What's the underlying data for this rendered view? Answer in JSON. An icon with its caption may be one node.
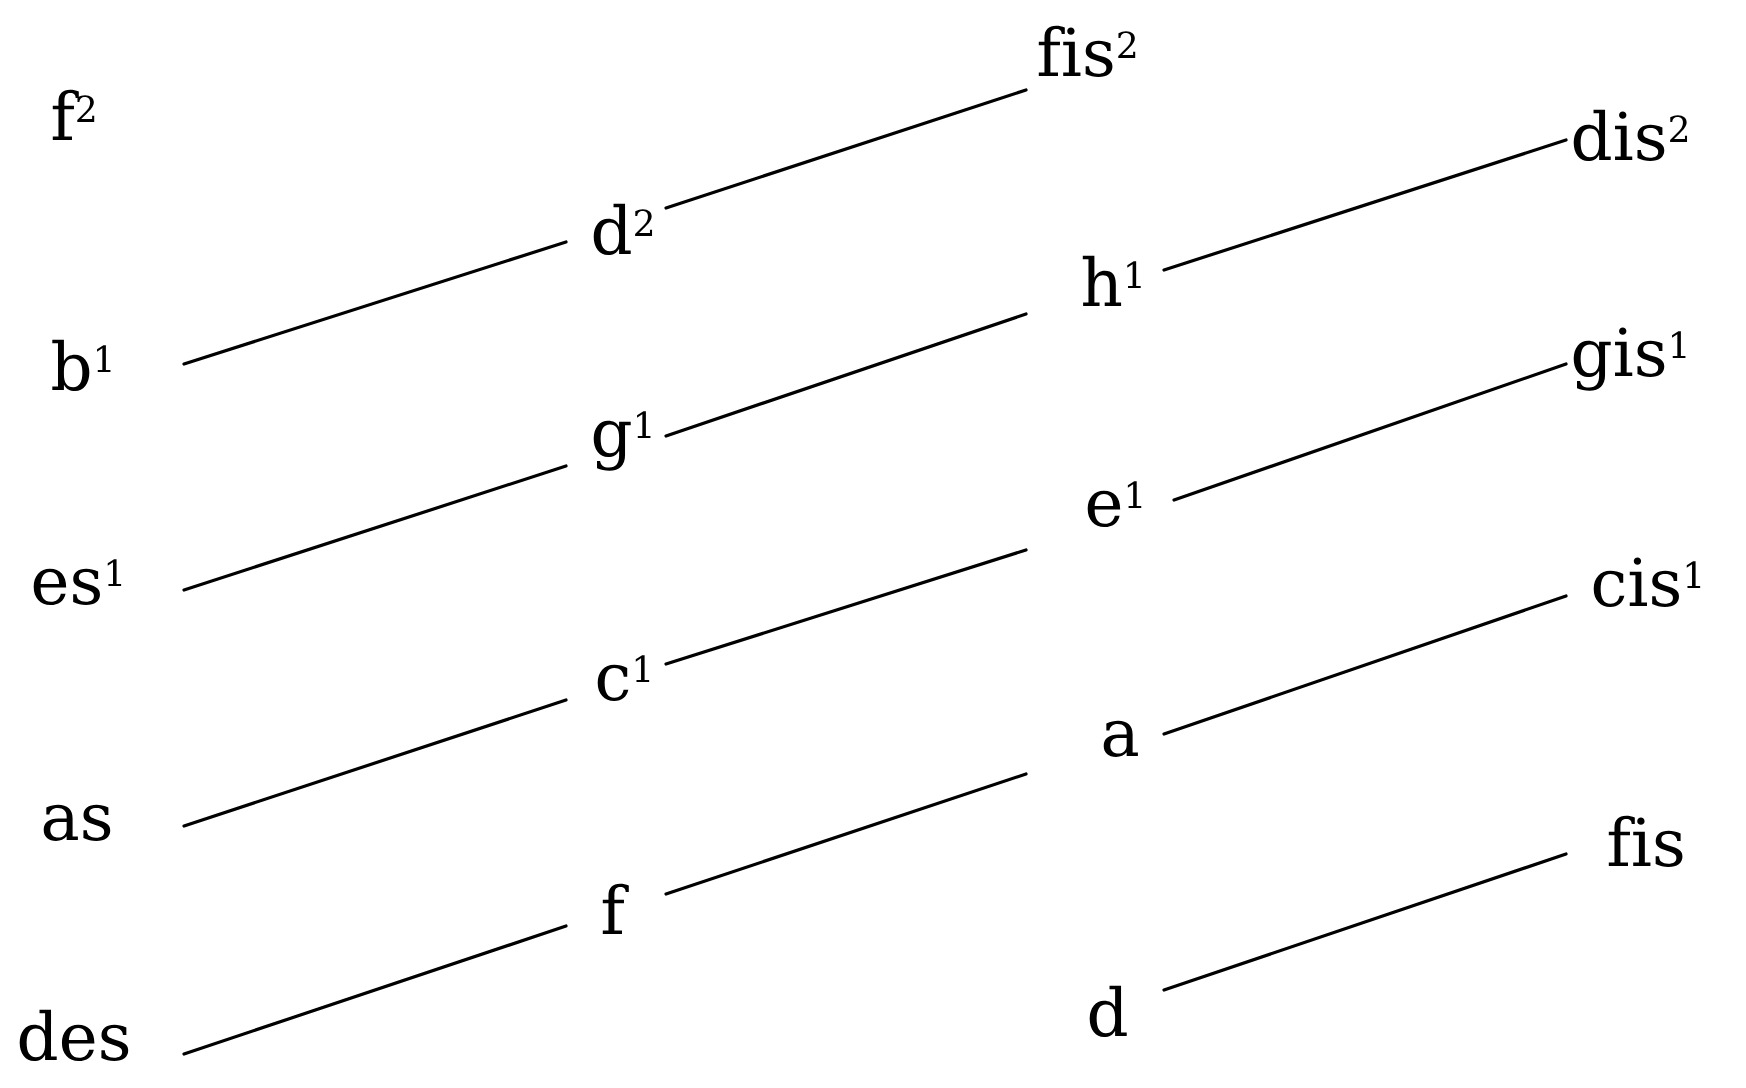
{
  "diagram": {
    "nodes": [
      {
        "text": [
          "b$^{1}$"
        ]
      },
      {
        "text": [
          "es$^{1}$"
        ]
      },
      {
        "text": [
          "as"
        ]
      },
      {
        "text": [
          "des"
        ]
      },
      {
        "text": [
          "d$^{2}$"
        ]
      },
      {
        "text": [
          "g$^{1}$"
        ]
      },
      {
        "text": [
          "c$^{1}$"
        ]
      },
      {
        "text": [
          "f"
        ]
      },
      {
        "text": [
          "fis$^{2}$"
        ]
      },
      {
        "text": [
          "h$^{1}$"
        ]
      },
      {
        "text": [
          "e$^{1}$"
        ]
      },
      {
        "text": [
          "a"
        ]
      },
      {
        "text": [
          "d"
        ]
      },
      {
        "text": [
          "dis$^{2}$"
        ]
      },
      {
        "text": [
          "gis$^{1}$"
        ]
      },
      {
        "text": [
          "cis$^{1}$"
        ]
      },
      {
        "text": [
          "fis"
        ]
      }
    ],
    "edges": [
      {
        "from": 0,
        "to": 4,
        "arrow": "none"
      },
      {
        "from": 4,
        "to": 8,
        "arrow": "none"
      },
      {
        "from": 1,
        "to": 5,
        "arrow": "none"
      },
      {
        "from": 5,
        "to": 9,
        "arrow": "none"
      },
      {
        "from": 9,
        "to": 13,
        "arrow": "none"
      },
      {
        "from": 2,
        "to": 6,
        "arrow": "none"
      },
      {
        "from": 6,
        "to": 10,
        "arrow": "none"
      },
      {
        "from": 10,
        "to": 14,
        "arrow": "none"
      },
      {
        "from": 3,
        "to": 7,
        "arrow": "none"
      },
      {
        "from": 7,
        "to": 11,
        "arrow": "none"
      },
      {
        "from": 11,
        "to": 15,
        "arrow": "none"
      },
      {
        "from": 12,
        "to": 16,
        "arrow": "none"
      }
    ],
    "labels": [
      "f$^{2}$"
    ]
  }
}
